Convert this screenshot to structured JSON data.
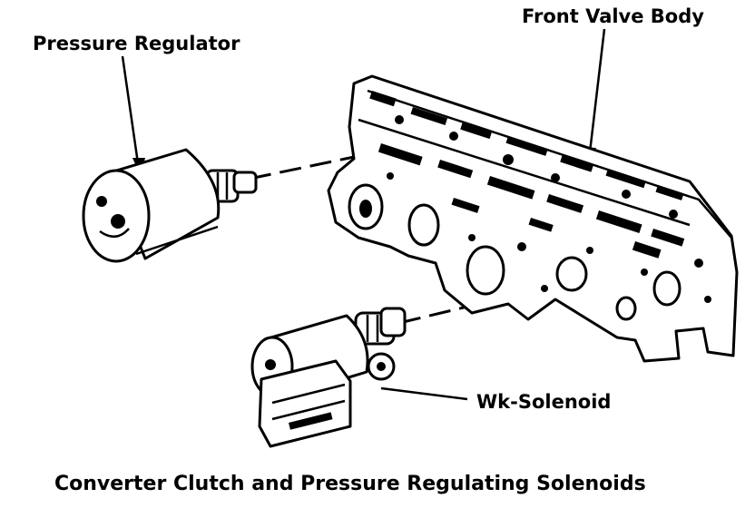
{
  "labels": {
    "pressure_regulator": "Pressure Regulator",
    "front_valve_body": "Front Valve Body",
    "wk_solenoid": "Wk-Solenoid"
  },
  "caption": "Converter Clutch and Pressure Regulating Solenoids"
}
